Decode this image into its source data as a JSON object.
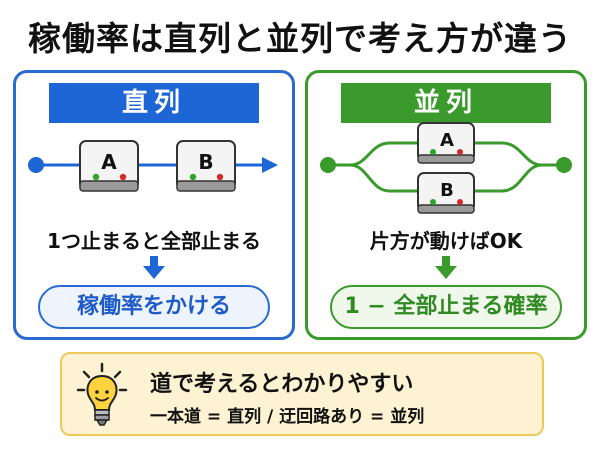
{
  "title": "稼働率は直列と並列で考え方が違う",
  "serial": {
    "header": "直列",
    "box_a": "A",
    "box_b": "B",
    "caption": "1つ止まると全部止まる",
    "result": "稼働率をかける"
  },
  "parallel": {
    "header": "並列",
    "box_a": "A",
    "box_b": "B",
    "caption": "片方が動けばOK",
    "result": "1 − 全部止まる確率"
  },
  "note": {
    "line1": "道で考えるとわかりやすい",
    "line2": "一本道 = 直列 / 迂回路あり = 並列"
  },
  "colors": {
    "serial": "#1e66d6",
    "parallel": "#3b9a2c",
    "led_green": "#2aa52a",
    "led_red": "#d42a2a",
    "note_bg": "#fdf3d3"
  },
  "icons": [
    "lightbulb-icon",
    "down-arrow-icon"
  ]
}
